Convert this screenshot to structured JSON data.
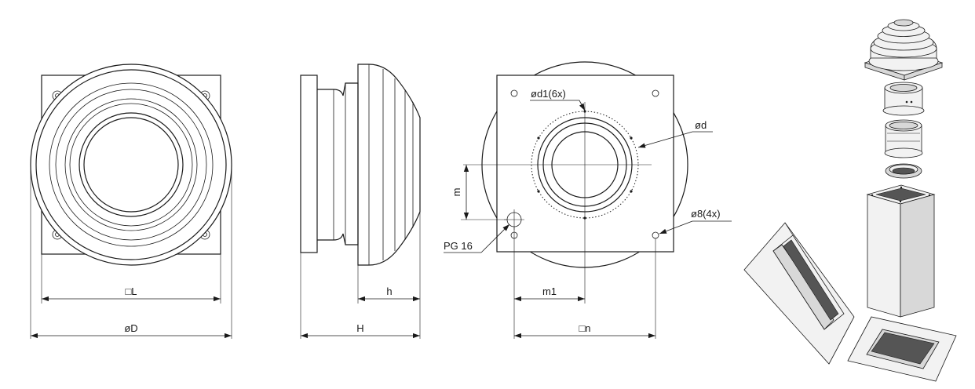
{
  "labels": {
    "front_square": "□L",
    "front_diameter": "øD",
    "side_h": "h",
    "side_H": "H",
    "top_hole_circle": "ød1(6x)",
    "top_diameter": "ød",
    "top_m": "m",
    "top_corner_holes": "ø8(4x)",
    "top_pg": "PG 16",
    "top_m1": "m1",
    "top_square": "□n"
  }
}
